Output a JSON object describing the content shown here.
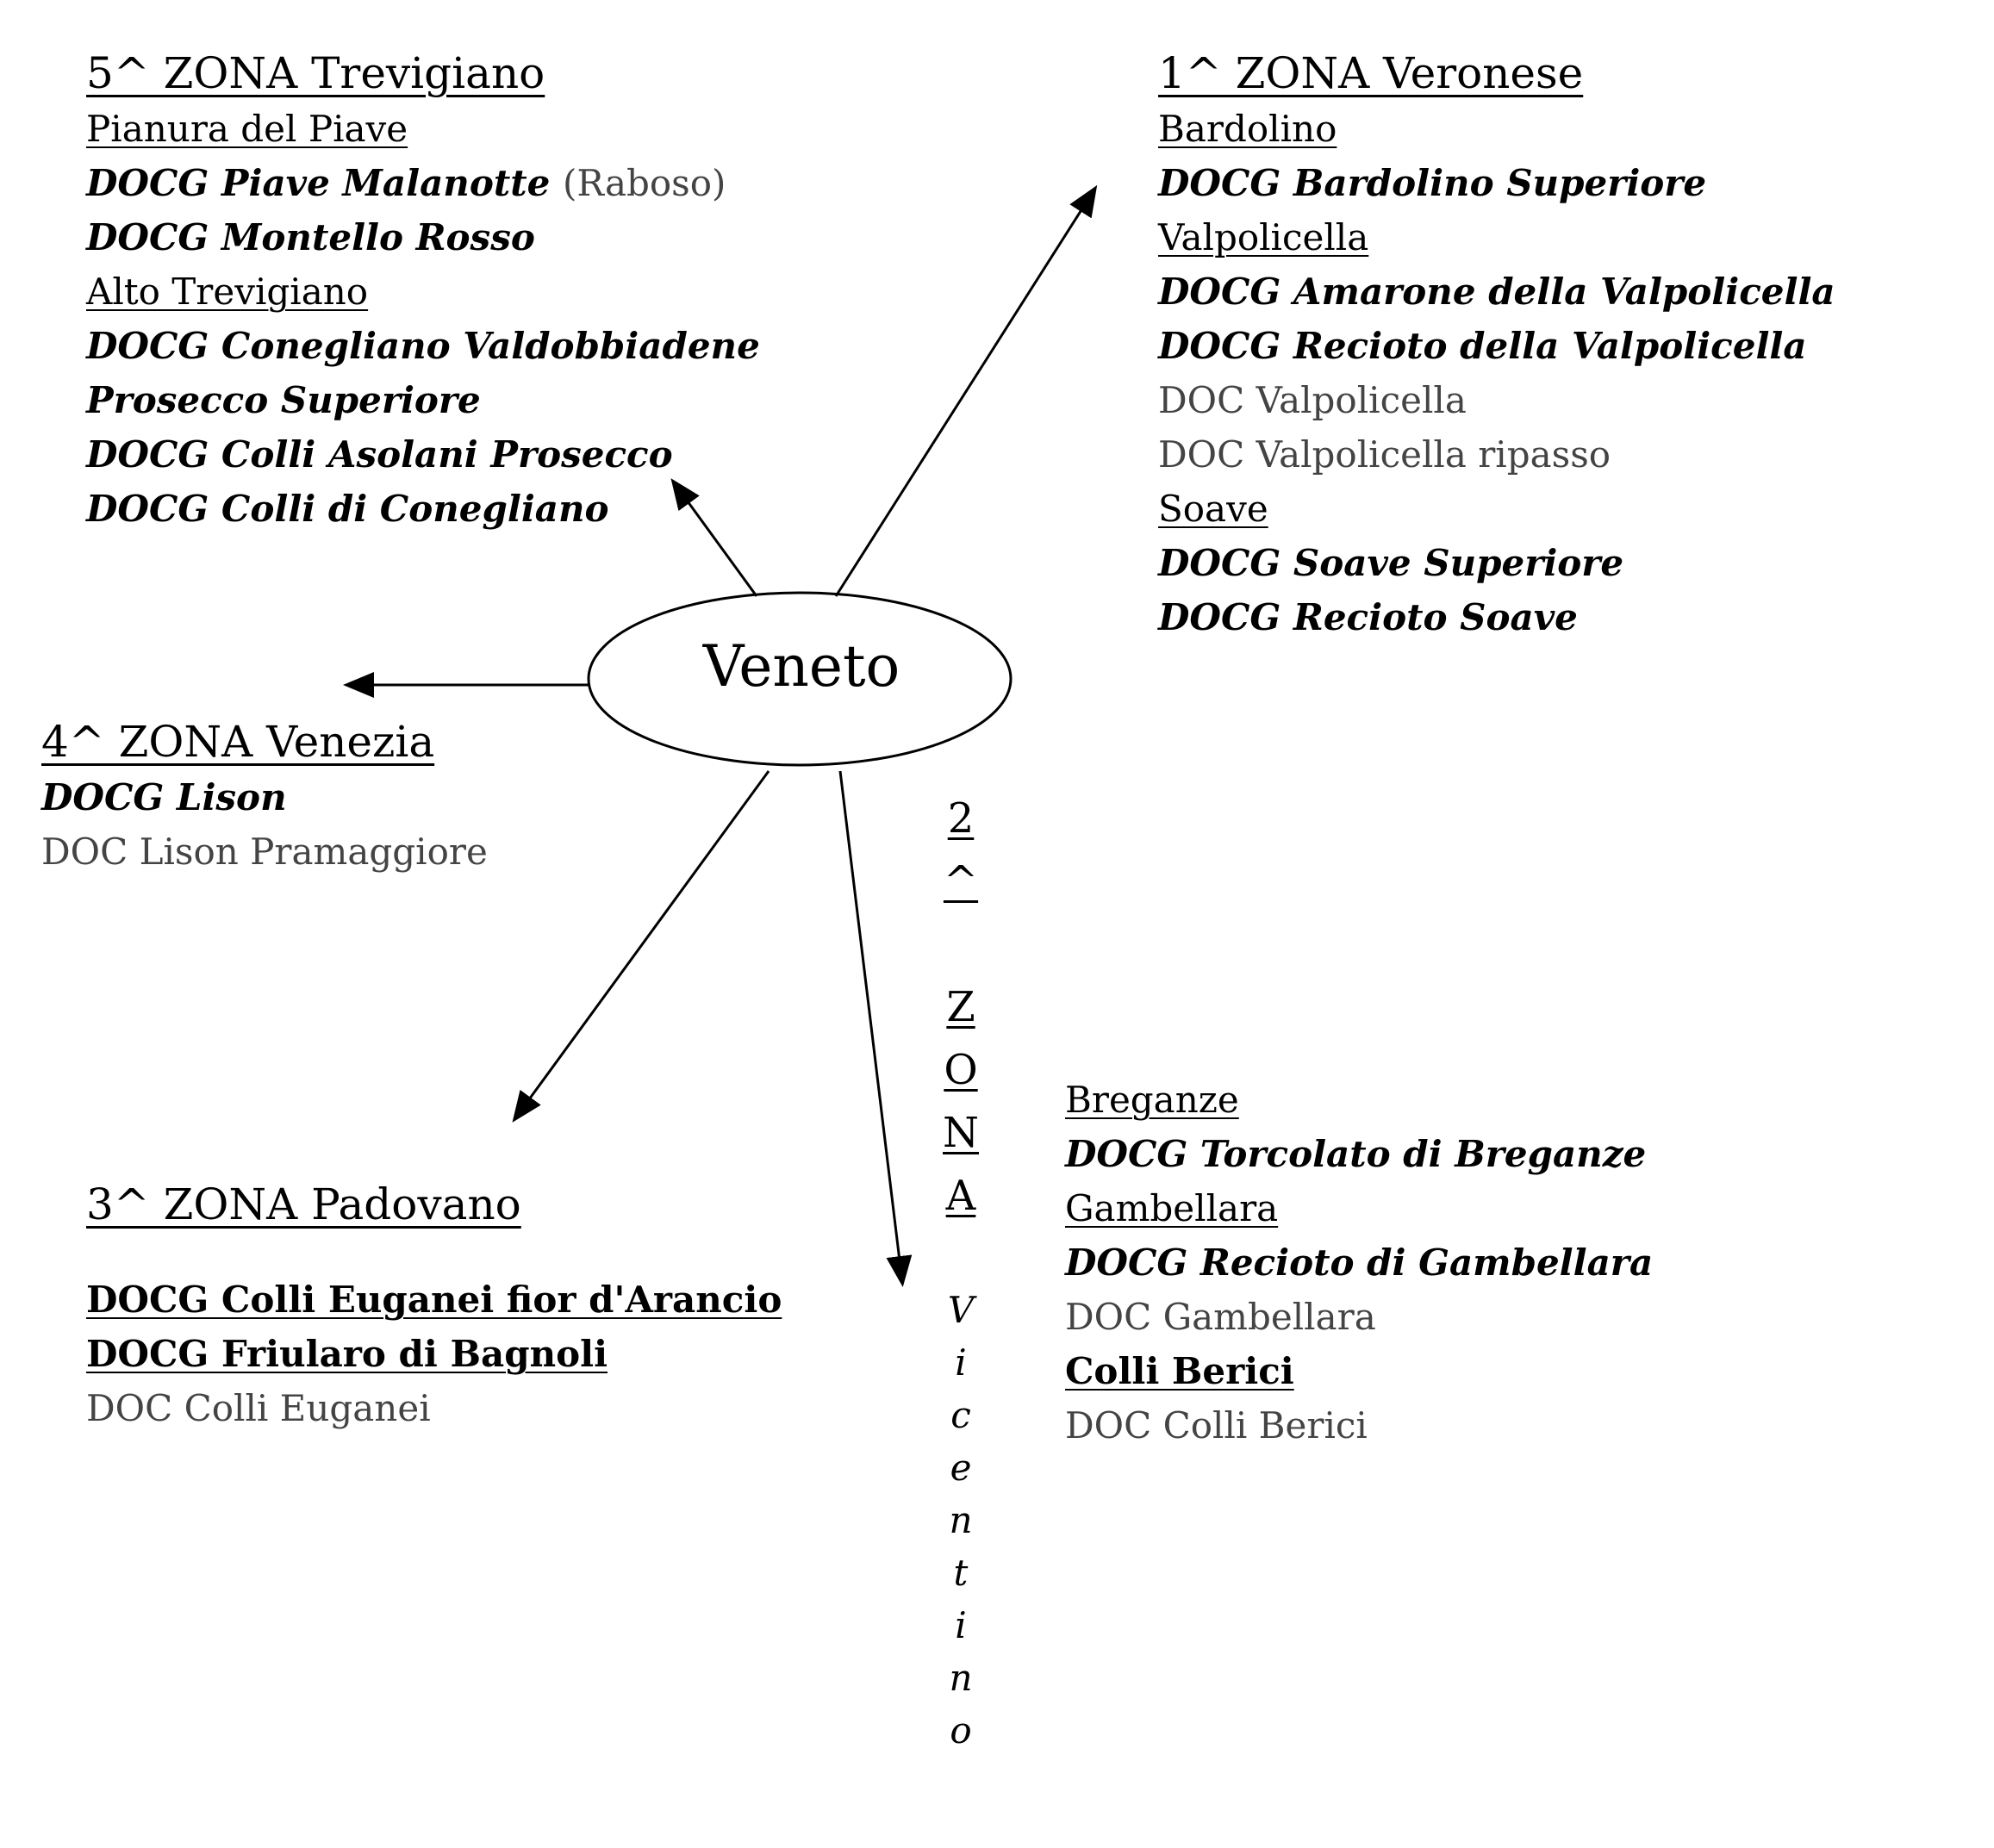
{
  "center": {
    "label": "Veneto"
  },
  "zones": {
    "trevigiano": {
      "title": "5^ ZONA Trevigiano",
      "items": [
        {
          "text": "Pianura del Piave",
          "kind": "sub"
        },
        {
          "text": "DOCG Piave Malanotte",
          "kind": "docg",
          "note": "(Raboso)"
        },
        {
          "text": "DOCG Montello Rosso",
          "kind": "docg"
        },
        {
          "text": "Alto Trevigiano",
          "kind": "sub"
        },
        {
          "text": "DOCG Conegliano Valdobbiadene",
          "kind": "docg"
        },
        {
          "text": "Prosecco Superiore",
          "kind": "docg"
        },
        {
          "text": "DOCG Colli Asolani Prosecco",
          "kind": "docg"
        },
        {
          "text": "DOCG Colli di Conegliano",
          "kind": "docg"
        }
      ]
    },
    "veronese": {
      "title": "1^ ZONA Veronese",
      "items": [
        {
          "text": "Bardolino",
          "kind": "sub"
        },
        {
          "text": "DOCG Bardolino Superiore",
          "kind": "docg"
        },
        {
          "text": "Valpolicella",
          "kind": "sub"
        },
        {
          "text": "DOCG Amarone della Valpolicella",
          "kind": "docg"
        },
        {
          "text": "DOCG Recioto della Valpolicella",
          "kind": "docg"
        },
        {
          "text": "DOC Valpolicella",
          "kind": "doc"
        },
        {
          "text": "DOC Valpolicella ripasso",
          "kind": "doc"
        },
        {
          "text": "Soave",
          "kind": "sub"
        },
        {
          "text": "DOCG Soave Superiore",
          "kind": "docg"
        },
        {
          "text": "DOCG Recioto Soave",
          "kind": "docg"
        }
      ]
    },
    "venezia": {
      "title": "4^ ZONA Venezia",
      "items": [
        {
          "text": "DOCG Lison",
          "kind": "docg"
        },
        {
          "text": "DOC Lison Pramaggiore",
          "kind": "doc"
        }
      ]
    },
    "padovano": {
      "title": "3^ ZONA Padovano",
      "items": [
        {
          "text": "DOCG Colli Euganei fior d'Arancio",
          "kind": "docg-sub"
        },
        {
          "text": "DOCG Friularo di Bagnoli",
          "kind": "docg-sub"
        },
        {
          "text": "DOC Colli Euganei",
          "kind": "doc"
        }
      ]
    },
    "vicentino": {
      "title_chars": [
        "2",
        "^",
        "Z",
        "O",
        "N",
        "A"
      ],
      "name_chars": [
        "V",
        "i",
        "c",
        "e",
        "n",
        "t",
        "i",
        "n",
        "o"
      ],
      "items": [
        {
          "text": "Breganze",
          "kind": "sub"
        },
        {
          "text": "DOCG Torcolato di Breganze",
          "kind": "docg"
        },
        {
          "text": "Gambellara",
          "kind": "sub"
        },
        {
          "text": "DOCG Recioto di Gambellara",
          "kind": "docg"
        },
        {
          "text": "DOC Gambellara",
          "kind": "doc"
        },
        {
          "text": "Colli Berici",
          "kind": "docg-sub"
        },
        {
          "text": "DOC Colli Berici",
          "kind": "doc"
        }
      ]
    }
  }
}
